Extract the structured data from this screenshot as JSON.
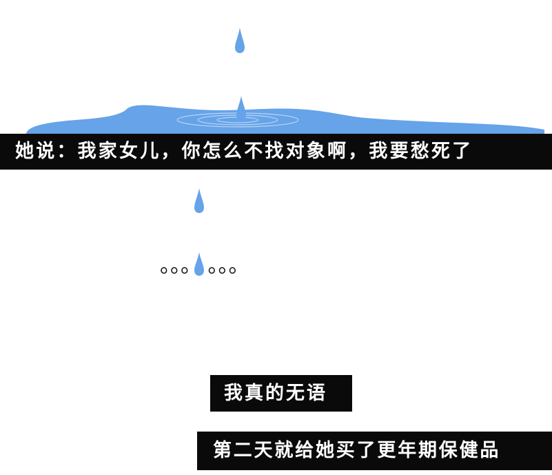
{
  "colors": {
    "water": "#66a3e8",
    "banner_bg": "#0a0a0a",
    "banner_text": "#ffffff"
  },
  "lines": {
    "line1": "她说：我家女儿，你怎么不找对象啊，我要愁死了",
    "line2": "。。。 。。。",
    "line3": "我真的无语",
    "line4": "第二天就给她买了更年期保健品"
  }
}
